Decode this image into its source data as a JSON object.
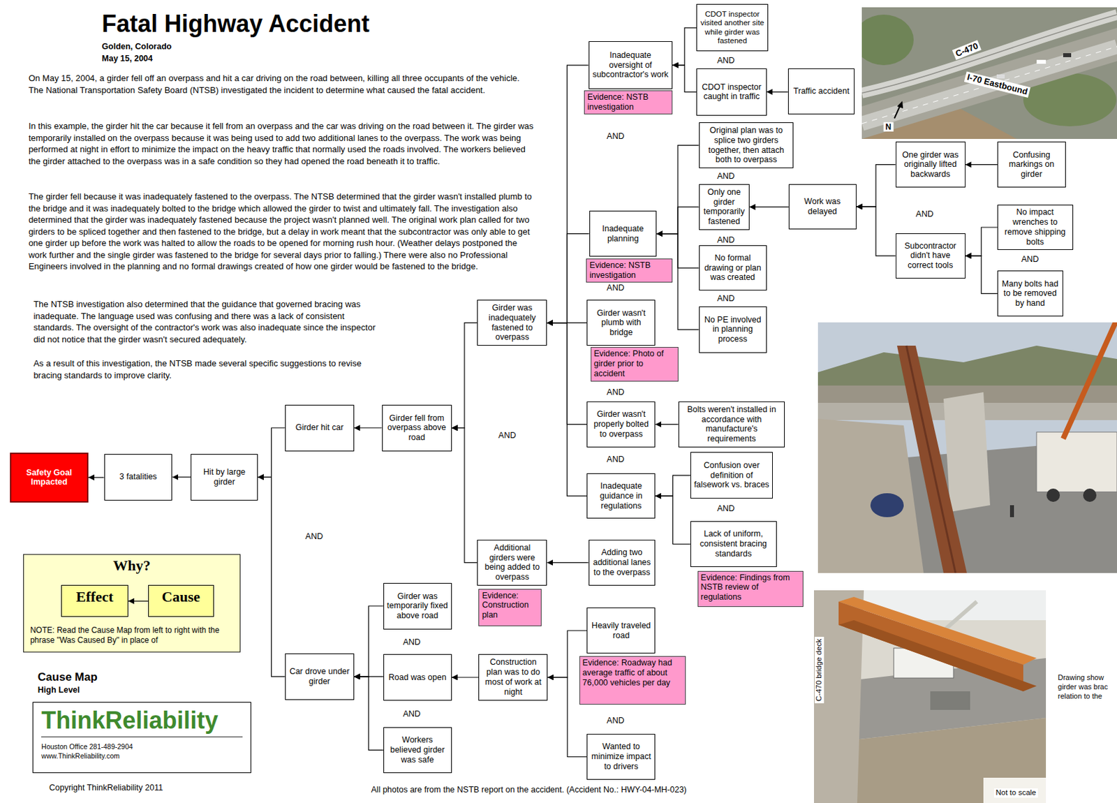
{
  "diagram": {
    "title": "Fatal Highway Accident",
    "nodes": [
      {
        "text": [
          "Safety Goal Impacted"
        ]
      },
      {
        "text": [
          "3 fatalities"
        ]
      },
      {
        "text": [
          "Hit by large girder"
        ]
      },
      {
        "text": [
          "Girder hit car"
        ]
      },
      {
        "text": [
          "Girder fell from overpass above road"
        ]
      },
      {
        "text": [
          "Girder was inadequately fastened to overpass"
        ]
      },
      {
        "text": [
          "Inadequate oversight of subcontractor's work"
        ]
      },
      {
        "text": [
          "Evidence: NSTB investigation"
        ]
      },
      {
        "text": [
          "CDOT inspector visited another site while girder was fastened"
        ]
      },
      {
        "text": [
          "CDOT inspector caught in traffic"
        ]
      },
      {
        "text": [
          "Traffic accident"
        ]
      },
      {
        "text": [
          "Inadequate planning"
        ]
      },
      {
        "text": [
          "Evidence: NSTB investigation"
        ]
      },
      {
        "text": [
          "Original plan was to splice two girders together, then attach both to overpass"
        ]
      },
      {
        "text": [
          "Only one girder temporarily fastened"
        ]
      },
      {
        "text": [
          "Work was delayed"
        ]
      },
      {
        "text": [
          "One girder was originally lifted backwards"
        ]
      },
      {
        "text": [
          "Confusing markings on girder"
        ]
      },
      {
        "text": [
          "Subcontractor didn't have correct tools"
        ]
      },
      {
        "text": [
          "No impact wrenches to remove shipping bolts"
        ]
      },
      {
        "text": [
          "Many bolts had to be removed by hand"
        ]
      },
      {
        "text": [
          "No formal drawing or plan was created"
        ]
      },
      {
        "text": [
          "No PE involved in planning process"
        ]
      },
      {
        "text": [
          "Girder wasn't plumb with bridge"
        ]
      },
      {
        "text": [
          "Evidence: Photo of girder prior to accident"
        ]
      },
      {
        "text": [
          "Girder wasn't properly bolted to overpass"
        ]
      },
      {
        "text": [
          "Bolts weren't installed in accordance with manufacture's requirements"
        ]
      },
      {
        "text": [
          "Inadequate guidance in regulations"
        ]
      },
      {
        "text": [
          "Confusion over definition of falsework vs. braces"
        ]
      },
      {
        "text": [
          "Lack of uniform, consistent bracing standards"
        ]
      },
      {
        "text": [
          "Evidence: Findings from NSTB review of regulations"
        ]
      },
      {
        "text": [
          "Additional girders were being added to overpass"
        ]
      },
      {
        "text": [
          "Evidence: Construction plan"
        ]
      },
      {
        "text": [
          "Adding two additional lanes to the overpass"
        ]
      },
      {
        "text": [
          "Car drove under girder"
        ]
      },
      {
        "text": [
          "Girder was temporarily fixed above road"
        ]
      },
      {
        "text": [
          "Road was open"
        ]
      },
      {
        "text": [
          "Construction plan was to do most of work at night"
        ]
      },
      {
        "text": [
          "Heavily traveled road"
        ]
      },
      {
        "text": [
          "Evidence: Roadway had average traffic of about 76,000 vehicles per day"
        ]
      },
      {
        "text": [
          "Wanted to minimize impact to drivers"
        ]
      },
      {
        "text": [
          "Workers believed girder was safe"
        ]
      },
      {
        "text": [
          "Why?",
          "NOTE: Read the Cause Map from left to right with the phrase \"Was Caused By\" in place of"
        ]
      },
      {
        "text": [
          "Effect"
        ],
        "in": 42
      },
      {
        "text": [
          "Cause"
        ],
        "in": 42
      },
      {
        "text": [
          "ThinkReliability",
          "Houston Office 281-489-2904 www.ThinkReliability.com"
        ]
      }
    ],
    "edges": [
      {
        "from": 1,
        "to": 0,
        "arrow": "to"
      },
      {
        "from": 2,
        "to": 1,
        "arrow": "to"
      },
      {
        "from": 3,
        "to": 2,
        "arrow": "to"
      },
      {
        "from": 34,
        "to": 2,
        "arrow": "to"
      },
      {
        "from": 4,
        "to": 3,
        "arrow": "to"
      },
      {
        "from": 5,
        "to": 4,
        "arrow": "to"
      },
      {
        "from": 31,
        "to": 4,
        "arrow": "to"
      },
      {
        "from": 6,
        "to": 5,
        "arrow": "to"
      },
      {
        "from": 11,
        "to": 5,
        "arrow": "to"
      },
      {
        "from": 23,
        "to": 5,
        "arrow": "to"
      },
      {
        "from": 25,
        "to": 5,
        "arrow": "to"
      },
      {
        "from": 27,
        "to": 5,
        "arrow": "to"
      },
      {
        "from": 8,
        "to": 6,
        "arrow": "to"
      },
      {
        "from": 9,
        "to": 6,
        "arrow": "to"
      },
      {
        "from": 10,
        "to": 9,
        "arrow": "to"
      },
      {
        "from": 13,
        "to": 11,
        "arrow": "to"
      },
      {
        "from": 14,
        "to": 11,
        "arrow": "to"
      },
      {
        "from": 21,
        "to": 11,
        "arrow": "to"
      },
      {
        "from": 22,
        "to": 11,
        "arrow": "to"
      },
      {
        "from": 15,
        "to": 14,
        "arrow": "to"
      },
      {
        "from": 16,
        "to": 15,
        "arrow": "to"
      },
      {
        "from": 18,
        "to": 15,
        "arrow": "to"
      },
      {
        "from": 17,
        "to": 16,
        "arrow": "to"
      },
      {
        "from": 19,
        "to": 18,
        "arrow": "to"
      },
      {
        "from": 20,
        "to": 18,
        "arrow": "to"
      },
      {
        "from": 26,
        "to": 25,
        "arrow": "to"
      },
      {
        "from": 28,
        "to": 27,
        "arrow": "to"
      },
      {
        "from": 29,
        "to": 27,
        "arrow": "to"
      },
      {
        "from": 33,
        "to": 31,
        "arrow": "to"
      },
      {
        "from": 35,
        "to": 34,
        "arrow": "to"
      },
      {
        "from": 36,
        "to": 34,
        "arrow": "to"
      },
      {
        "from": 41,
        "to": 34,
        "arrow": "to"
      },
      {
        "from": 37,
        "to": 36,
        "arrow": "to"
      },
      {
        "from": 38,
        "to": 37,
        "arrow": "to"
      },
      {
        "from": 40,
        "to": 37,
        "arrow": "to"
      },
      {
        "from": 44,
        "to": 43,
        "arrow": "to"
      }
    ],
    "labels": [
      "Golden, Colorado",
      "May 15, 2004",
      "On May 15, 2004, a girder fell off an overpass and hit a car driving on the road between, killing all three occupants of the vehicle.  The National Transportation Safety Board (NTSB) investigated the incident to determine what caused the fatal accident.",
      "In this example, the girder hit the car because it fell from an overpass and the car was driving on the road between it.  The girder was temporarily installed on the overpass because it was being used to add two additional lanes to the overpass. The work was being performed at night in effort to minimize the impact on the heavy traffic that normally used the roads involved.  The workers believed the girder attached to the overpass was in a safe condition so they had opened the road beneath it to traffic.",
      "The girder fell because it was inadequately fastened to the overpass.  The NTSB determined that the girder wasn't installed plumb to the bridge and it was inadequately bolted to the bridge which allowed the girder to twist and ultimately fall.  The investigation also determined that the girder was inadequately fastened because the project wasn't planned well.  The original work plan called for two girders to be spliced together and then fastened to the bridge, but a delay in work meant that the subcontractor was only able to get one girder up before the work was halted to allow the roads to be opened for morning rush hour.  (Weather delays postponed the work further and the single girder was fastened to the bridge for several days prior to falling.)  There were also no Professional Engineers involved in the planning and no formal drawings created of how one girder would be fastened to the bridge.",
      "The NTSB investigation also determined that the guidance that governed bracing was inadequate.  The language used was confusing and there was a lack of consistent standards.  The oversight of the contractor's work was also inadequate since the inspector did not notice that the girder wasn't secured adequately.",
      "As a result of this investigation, the NTSB made several specific suggestions to revise bracing standards to improve clarity.",
      "AND",
      "AND",
      "AND",
      "AND",
      "AND",
      "AND",
      "AND",
      "AND",
      "AND",
      "AND",
      "AND",
      "AND",
      "AND",
      "AND",
      "AND",
      "AND",
      "Cause Map",
      "High Level",
      "Copyright ThinkReliability 2011",
      "All photos are from the NSTB report on the accident. (Accident No.: HWY-04-MH-023)",
      "C-470",
      "I-70 Eastbound",
      "N",
      "C-470 bridge deck",
      "Drawing show girder was brac relation to the",
      "Not to scale"
    ]
  }
}
